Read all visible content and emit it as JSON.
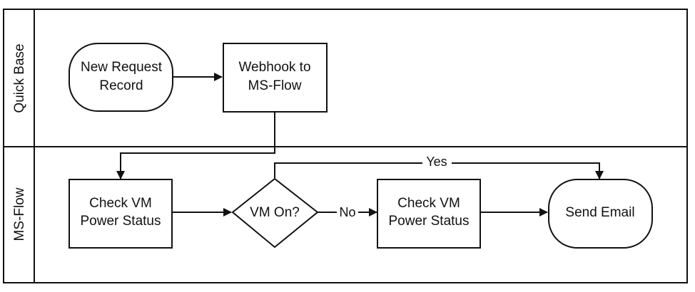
{
  "diagram": {
    "lanes": [
      {
        "id": "quick-base",
        "label": "Quick Base"
      },
      {
        "id": "ms-flow",
        "label": "MS-Flow"
      }
    ],
    "nodes": {
      "new_request": {
        "shape": "terminator",
        "lines": [
          "New Request",
          "Record"
        ]
      },
      "webhook": {
        "shape": "process",
        "lines": [
          "Webhook to",
          "MS-Flow"
        ]
      },
      "check_vm_1": {
        "shape": "process",
        "lines": [
          "Check VM",
          "Power Status"
        ]
      },
      "vm_on": {
        "shape": "decision",
        "lines": [
          "VM On?"
        ]
      },
      "check_vm_2": {
        "shape": "process",
        "lines": [
          "Check VM",
          "Power Status"
        ]
      },
      "send_email": {
        "shape": "terminator",
        "lines": [
          "Send Email"
        ]
      }
    },
    "edges": [
      {
        "from": "new_request",
        "to": "webhook",
        "label": ""
      },
      {
        "from": "webhook",
        "to": "check_vm_1",
        "label": ""
      },
      {
        "from": "check_vm_1",
        "to": "vm_on",
        "label": ""
      },
      {
        "from": "vm_on",
        "to": "check_vm_2",
        "label": "No"
      },
      {
        "from": "check_vm_2",
        "to": "send_email",
        "label": ""
      },
      {
        "from": "vm_on",
        "to": "send_email",
        "label": "Yes"
      }
    ]
  }
}
